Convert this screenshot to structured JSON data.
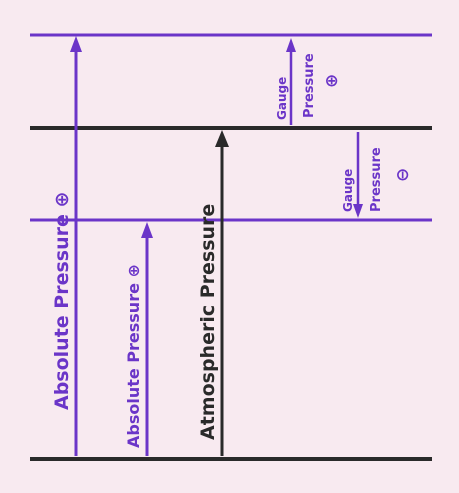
{
  "diagram": {
    "labels": {
      "absolute_pressure_plus_1": "Absolute Pressure ⊕",
      "absolute_pressure_plus_2": "Absolute Pressure ⊕",
      "atmospheric_pressure": "Atmospheric Pressure",
      "gauge_pressure_top": "Gauge",
      "gauge_pressure_top_2": "Pressure",
      "gauge_pressure_top_sign": "⊕",
      "gauge_pressure_bottom": "Gauge",
      "gauge_pressure_bottom_2": "Pressure",
      "gauge_pressure_bottom_sign": "⊖"
    },
    "colors": {
      "purple": "#6b35c8",
      "black": "#2a2a2a",
      "paper": "#f8eaf0"
    }
  }
}
